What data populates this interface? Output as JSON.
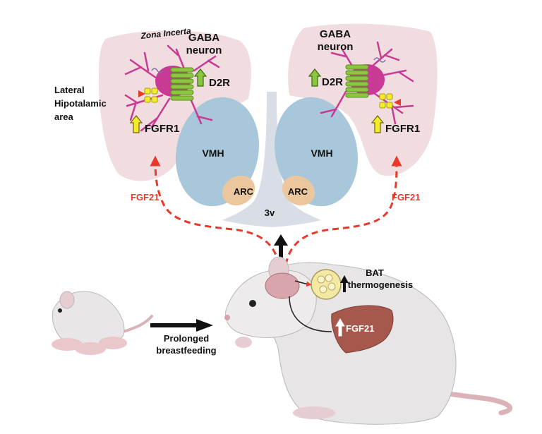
{
  "labels": {
    "zona_incerta": "Zona Incerta",
    "gaba_left_line1": "GABA",
    "gaba_left_line2": "neuron",
    "gaba_right_line1": "GABA",
    "gaba_right_line2": "neuron",
    "lateral_line1": "Lateral",
    "lateral_line2": "Hipotalamic",
    "lateral_line3": "area",
    "d2r_left": "D2R",
    "d2r_right": "D2R",
    "fgfr1_left": "FGFR1",
    "fgfr1_right": "FGFR1",
    "vmh_left": "VMH",
    "vmh_right": "VMH",
    "arc_left": "ARC",
    "arc_right": "ARC",
    "third_ventricle": "3v",
    "fgf21_left": "FGF21",
    "fgf21_right": "FGF21",
    "bat_line1": "BAT",
    "bat_line2": "thermogenesis",
    "liver_fgf21": "FGF21",
    "prolonged_line1": "Prolonged",
    "prolonged_line2": "breastfeeding"
  },
  "colors": {
    "brain_region": "#f1dcdf",
    "vmh": "#a9c7da",
    "arc": "#ecc79d",
    "ventricle": "#d9dde6",
    "neuron": "#c83b95",
    "receptor": "#8cc63f",
    "fgfr": "#f4ec2a",
    "fgf21_arrow": "#e8392b",
    "liver": "#a5584b",
    "rat": "#e8e5e6"
  }
}
